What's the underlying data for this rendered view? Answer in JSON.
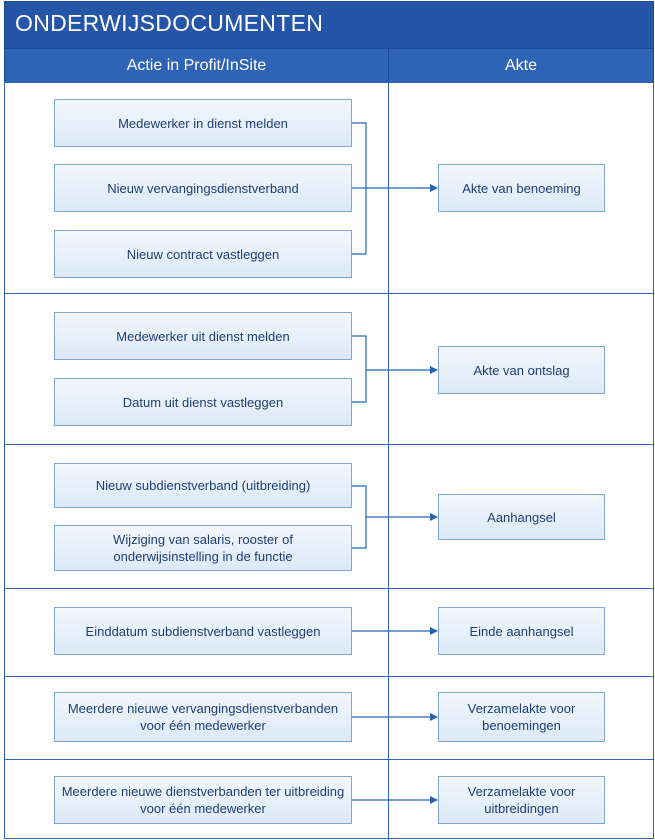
{
  "title": "ONDERWIJSDOCUMENTEN",
  "headers": {
    "left": "Actie in Profit/InSite",
    "right": "Akte"
  },
  "groups": [
    {
      "actions": [
        "Medewerker in dienst melden",
        "Nieuw vervangingsdienstverband",
        "Nieuw contract vastleggen"
      ],
      "akte": "Akte van benoeming"
    },
    {
      "actions": [
        "Medewerker uit dienst melden",
        "Datum uit dienst vastleggen"
      ],
      "akte": "Akte van ontslag"
    },
    {
      "actions": [
        "Nieuw subdienstverband (uitbreiding)",
        "Wijziging van salaris, rooster of onderwijsinstelling in de functie"
      ],
      "akte": "Aanhangsel"
    },
    {
      "actions": [
        "Einddatum subdienstverband vastleggen"
      ],
      "akte": "Einde aanhangsel"
    },
    {
      "actions": [
        "Meerdere nieuwe vervangingsdienstverbanden voor één medewerker"
      ],
      "akte": "Verzamelakte voor benoemingen"
    },
    {
      "actions": [
        "Meerdere nieuwe dienstverbanden ter uitbreiding voor één medewerker"
      ],
      "akte": "Verzamelakte voor uitbreidingen"
    }
  ]
}
